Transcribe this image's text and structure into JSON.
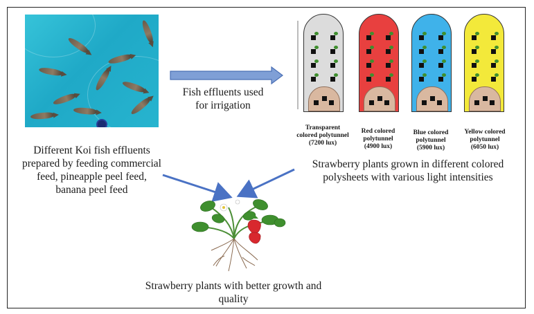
{
  "pond": {
    "caption": "Different Koi fish effluents prepared by feeding commercial feed, pineapple peel feed, banana peel feed"
  },
  "arrow_label": "Fish effluents used for irrigation",
  "tunnels": [
    {
      "name": "Transparent colored polytunnel",
      "lux": "(7200 lux)",
      "color": "#dcdcdc"
    },
    {
      "name": "Red colored polytunnel",
      "lux": "(4900 lux)",
      "color": "#e8403f"
    },
    {
      "name": "Blue colored polytunnel",
      "lux": "(5900 lux)",
      "color": "#3fb2ea"
    },
    {
      "name": "Yellow colored polytunnel",
      "lux": "(6050 lux)",
      "color": "#f3e93a"
    }
  ],
  "tunnels_caption": "Strawberry plants grown in different colored polysheets with various light intensities",
  "result_caption": "Strawberry plants with better growth and quality",
  "colors": {
    "arrow": "#4a72c4",
    "strawberry": "#d8282e",
    "leaf": "#3f8f2e"
  }
}
